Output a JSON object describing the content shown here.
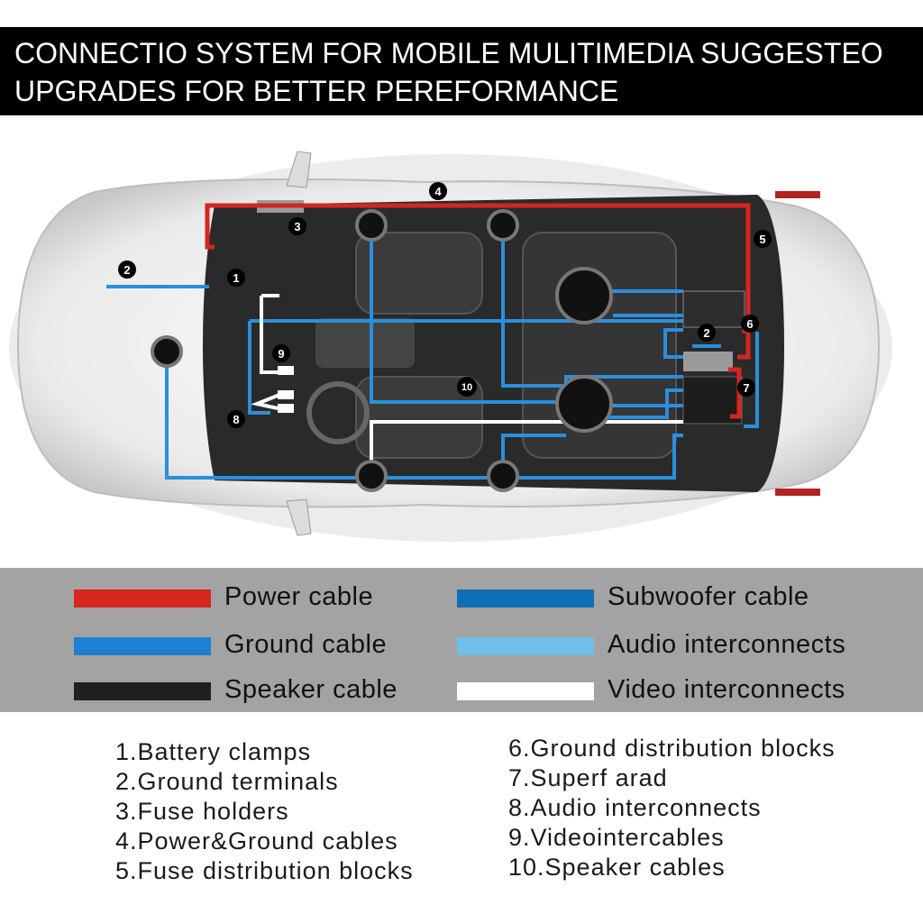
{
  "title": {
    "line1": "CONNECTIO SYSTEM FOR MOBILE MULITIMEDIA SUGGESTEO",
    "line2": "UPGRADES FOR BETTER PEREFORMANCE"
  },
  "callouts": [
    "1",
    "2",
    "3",
    "4",
    "5",
    "6",
    "2",
    "7",
    "8",
    "9",
    "10"
  ],
  "legend": [
    {
      "label": "Power cable",
      "color": "#d7251f"
    },
    {
      "label": "Subwoofer cable",
      "color": "#0f6fb5"
    },
    {
      "label": "Ground cable",
      "color": "#1f7fd0"
    },
    {
      "label": "Audio interconnects",
      "color": "#70bfea"
    },
    {
      "label": "Speaker cable",
      "color": "#231f20"
    },
    {
      "label": "Video interconnects",
      "color": "#ffffff"
    }
  ],
  "parts_left": [
    "1.Battery clamps",
    "2.Ground terminals",
    "3.Fuse holders",
    "4.Power&Ground cables",
    "5.Fuse distribution blocks"
  ],
  "parts_right": [
    "6.Ground distribution blocks",
    "7.Superf arad",
    "8.Audio interconnects",
    "9.Videointercables",
    "10.Speaker cables"
  ]
}
